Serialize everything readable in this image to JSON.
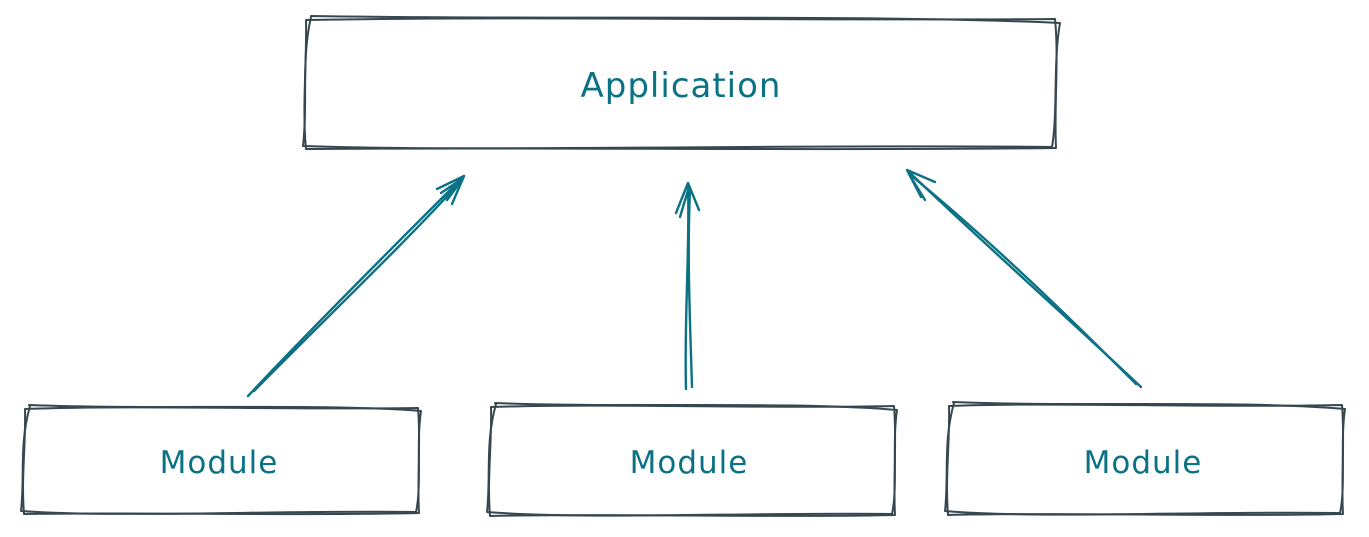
{
  "diagram": {
    "nodes": [
      {
        "id": "application",
        "label": "Application"
      },
      {
        "id": "module-left",
        "label": "Module"
      },
      {
        "id": "module-center",
        "label": "Module"
      },
      {
        "id": "module-right",
        "label": "Module"
      }
    ],
    "edges": [
      {
        "from": "module-left",
        "to": "application"
      },
      {
        "from": "module-center",
        "to": "application"
      },
      {
        "from": "module-right",
        "to": "application"
      }
    ],
    "colors": {
      "box_stroke": "#37474f",
      "accent": "#0b7285",
      "background": "#ffffff"
    }
  }
}
